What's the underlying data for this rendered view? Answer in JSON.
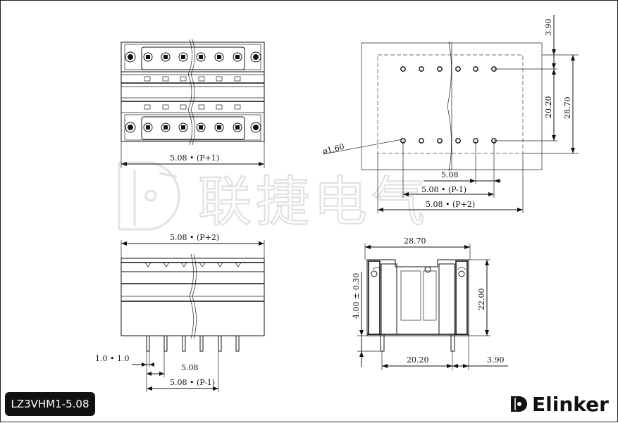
{
  "model": "LZ3VHM1-5.08",
  "brand": {
    "name": "Elinker"
  },
  "watermark": {
    "company": "联捷电气"
  },
  "dimensions": {
    "top_view_width": "5.08 • (P+1)",
    "pitch": "5.08",
    "pitch_p_minus_1": "5.08 • (P-1)",
    "pitch_p_plus_2": "5.08 • (P+2)",
    "hole_diameter": "ø1.60",
    "top_offset": "3.90",
    "row_spacing": "20.20",
    "overall_height": "28.70",
    "front_width": "5.08 • (P+2)",
    "pin_offset": "1.0 • 1.0",
    "front_pitch": "5.08",
    "front_pitch_p_minus_1": "5.08 • (P-1)",
    "side_width": "28.70",
    "pin_length": "4.00 ± 0.30",
    "side_height": "22.00",
    "side_pin_spacing": "20.20",
    "side_offset": "3.90"
  }
}
